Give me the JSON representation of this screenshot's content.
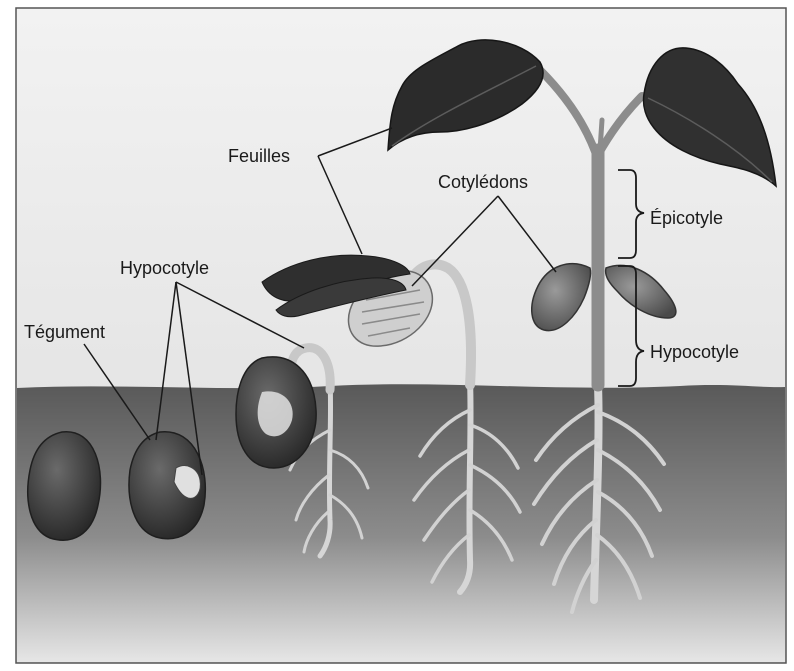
{
  "labels": {
    "feuilles": "Feuilles",
    "cotyledons": "Cotylédons",
    "epicotyle": "Épicotyle",
    "hypocotyle_left": "Hypocotyle",
    "hypocotyle_right": "Hypocotyle",
    "tegument": "Tégument"
  },
  "colors": {
    "sky": "#e4e4e4",
    "soil_dark": "#6e6e6e",
    "soil_light": "#cfcfcf",
    "seed": "#3d3d3d",
    "leaf": "#2e2e2e",
    "stem": "#8f8f8f",
    "root": "#d9d9d9"
  }
}
